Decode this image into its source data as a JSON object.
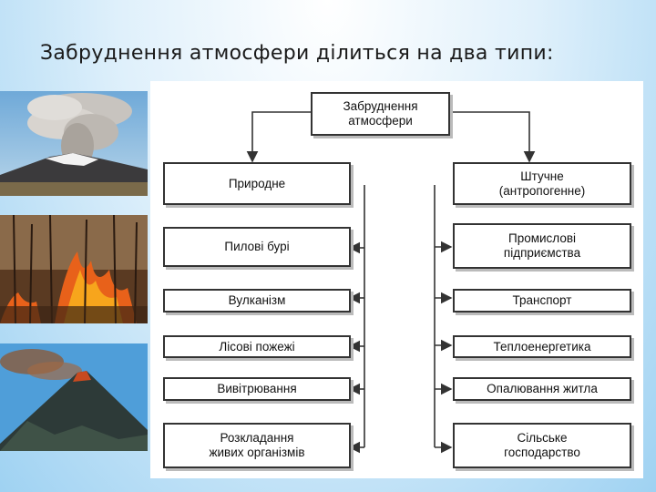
{
  "slide": {
    "title": "Забруднення атмосфери ділиться на два типи:"
  },
  "diagram": {
    "root": "Забруднення атмосфери",
    "natural": {
      "header": "Природне",
      "items": [
        "Пилові бурі",
        "Вулканізм",
        "Лісові пожежі",
        "Вивітрювання",
        "Розкладання живих організмів"
      ]
    },
    "artificial": {
      "header": "Штучне (антропогенне)",
      "items": [
        "Промислові підприємства",
        "Транспорт",
        "Теплоенергетика",
        "Опалювання житла",
        "Сільське господарство"
      ]
    }
  },
  "images": [
    "volcano-eruption-icon",
    "forest-fire-icon",
    "volcano-mountain-icon"
  ]
}
